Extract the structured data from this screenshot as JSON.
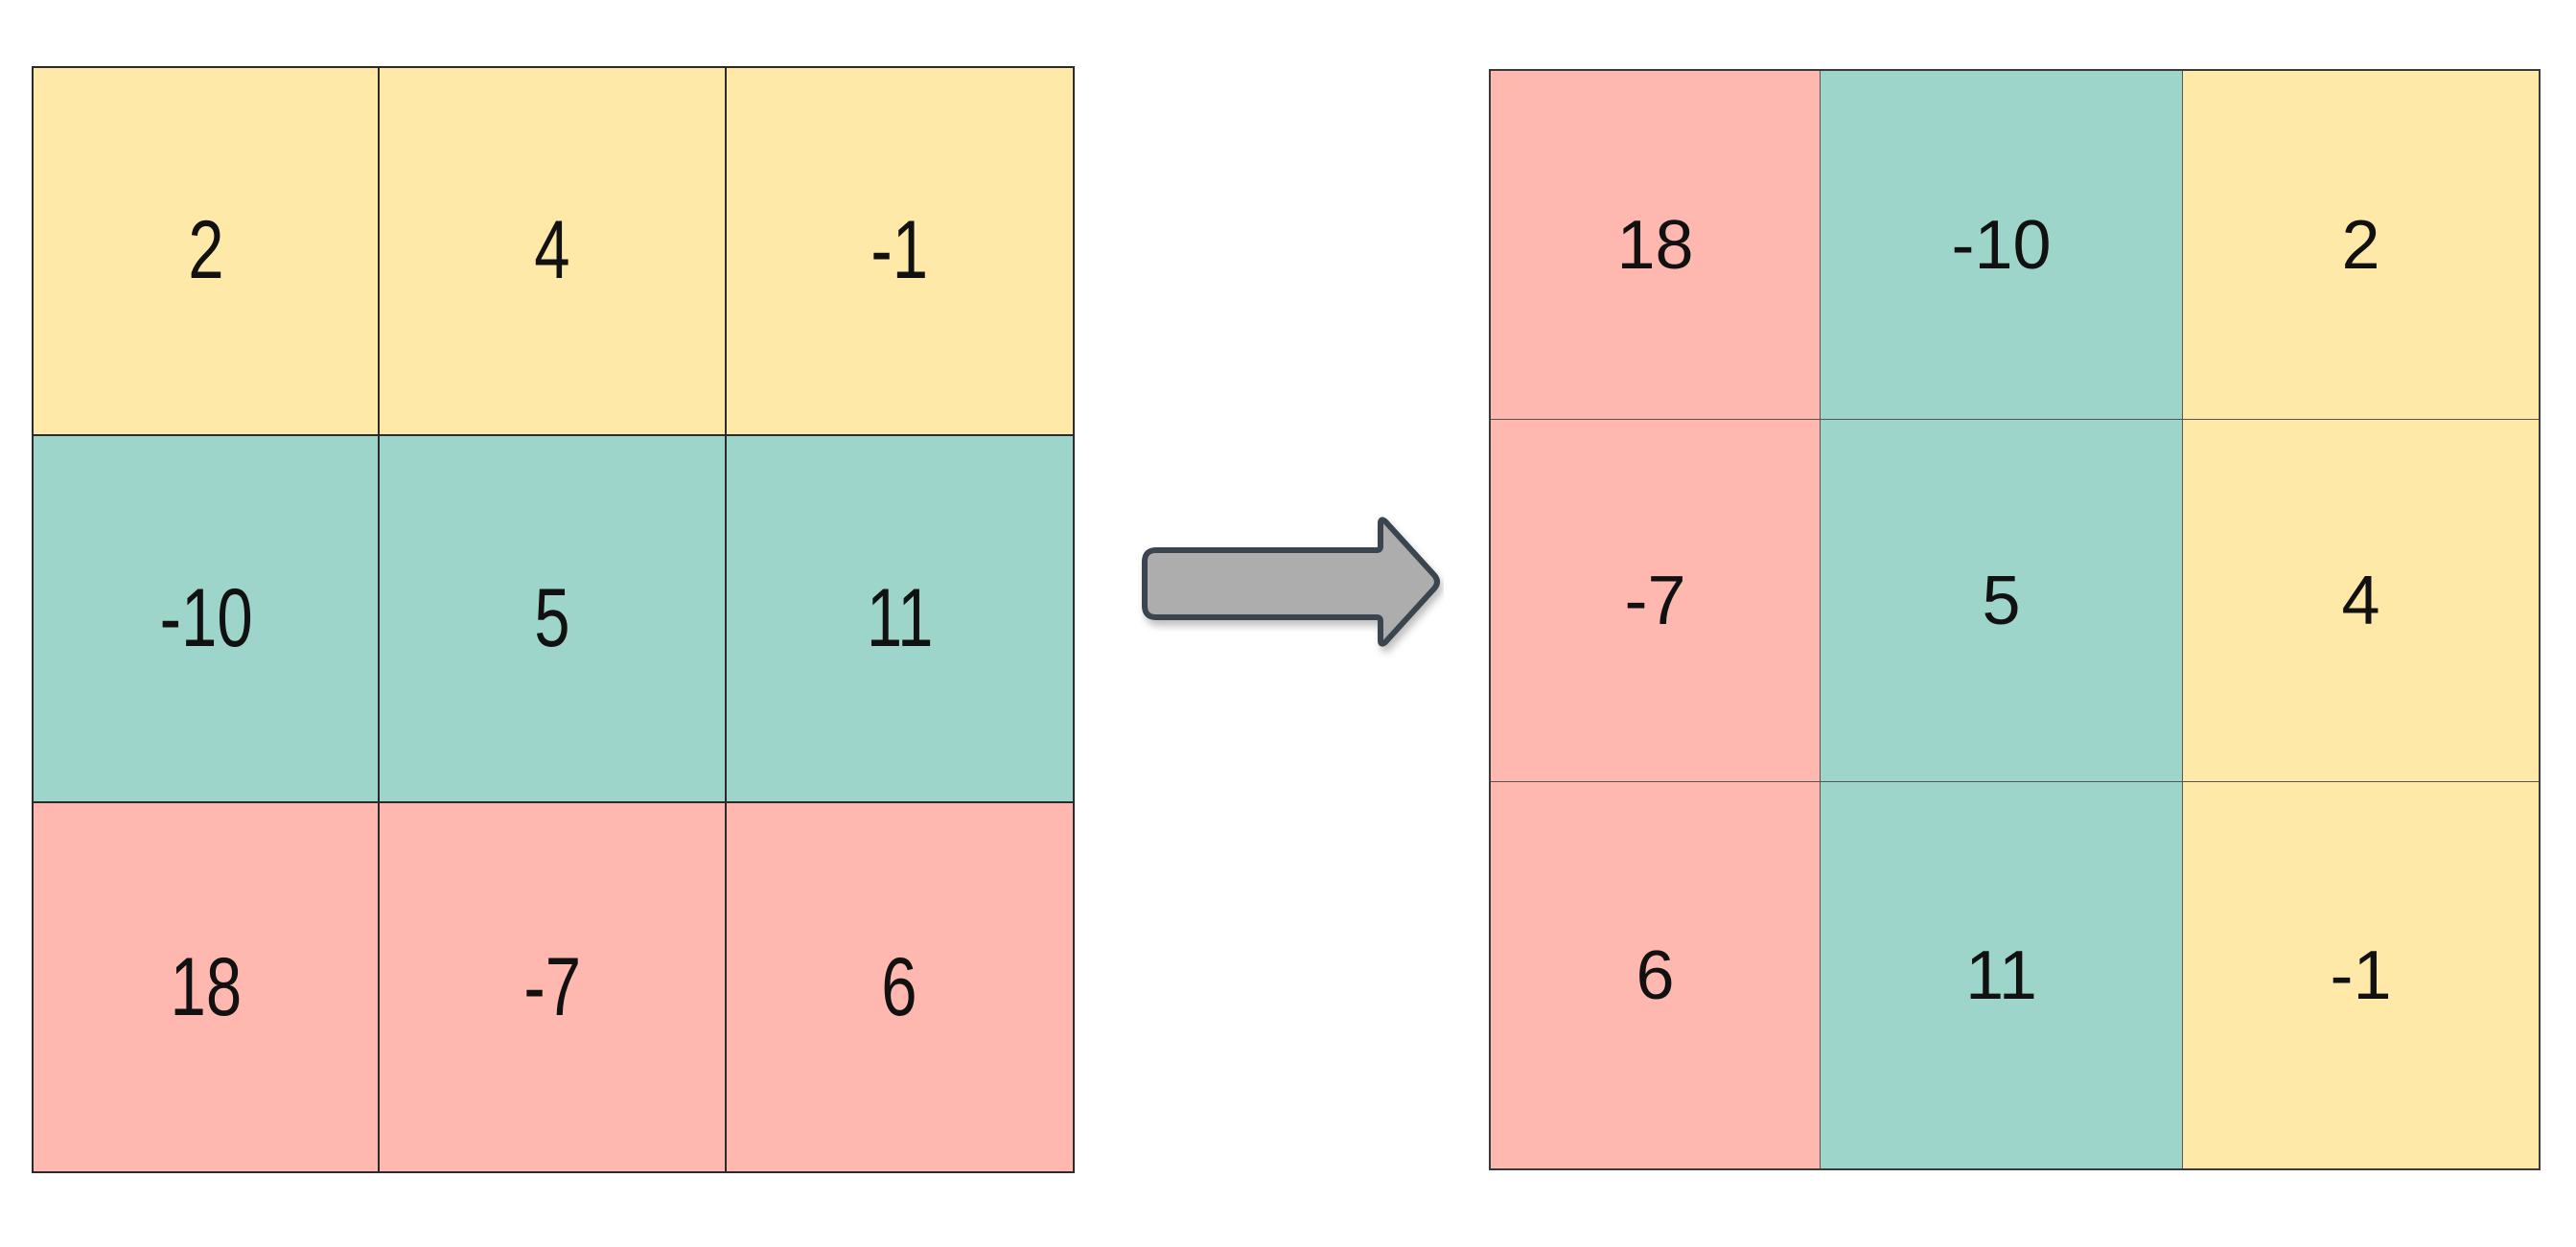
{
  "colors": {
    "yellow": "#fee9a8",
    "teal": "#9dd5cb",
    "pink": "#feb8b0",
    "arrow_fill": "#adadad",
    "arrow_stroke": "#3a4450"
  },
  "left_matrix": {
    "rows": [
      {
        "color": "yellow",
        "cells": [
          "2",
          "4",
          "-1"
        ]
      },
      {
        "color": "teal",
        "cells": [
          "-10",
          "5",
          "11"
        ]
      },
      {
        "color": "pink",
        "cells": [
          "18",
          "-7",
          "6"
        ]
      }
    ]
  },
  "right_matrix": {
    "column_colors": [
      "pink",
      "teal",
      "yellow"
    ],
    "rows": [
      [
        "18",
        "-10",
        "2"
      ],
      [
        "-7",
        "5",
        "4"
      ],
      [
        "6",
        "11",
        "-1"
      ]
    ]
  },
  "arrow": {
    "icon": "right-arrow-icon"
  }
}
